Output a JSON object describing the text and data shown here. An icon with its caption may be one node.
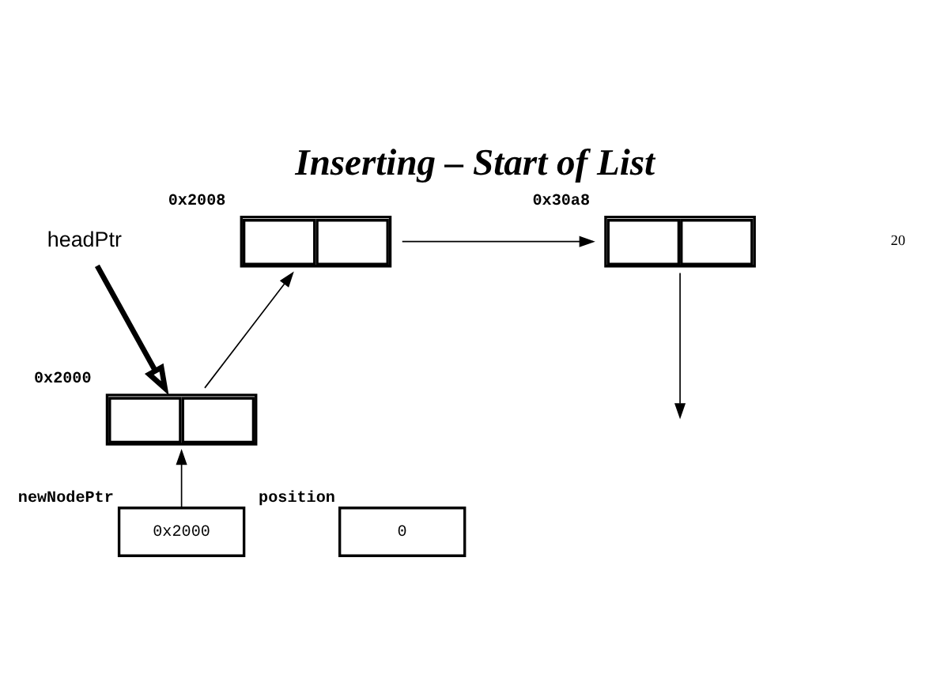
{
  "diagram": {
    "title": "Inserting – Start of List",
    "nodes": [
      {
        "text": [
          "headPtr"
        ]
      },
      {
        "text": [],
        "shape": "box",
        "beside": [
          "0x2008"
        ]
      },
      {
        "text": [],
        "shape": "box",
        "beside": [
          "0x30a8"
        ]
      },
      {
        "text": [],
        "shape": "box",
        "beside": [
          "0x2000"
        ]
      },
      {
        "text": [
          "0x2000"
        ],
        "beside": [
          "newNodePtr"
        ]
      },
      {
        "text": [
          "0"
        ],
        "beside": [
          "position"
        ]
      }
    ],
    "edges": [
      {
        "from": 0,
        "to": 3,
        "arrow": "to",
        "style": "thick"
      },
      {
        "from": 3,
        "to": 1,
        "arrow": "to"
      },
      {
        "from": 1,
        "to": 2,
        "arrow": "to"
      },
      {
        "from": 2,
        "to": null,
        "arrow": "to"
      },
      {
        "from": 4,
        "to": 3,
        "arrow": "to"
      }
    ],
    "labels": [
      "20"
    ]
  }
}
